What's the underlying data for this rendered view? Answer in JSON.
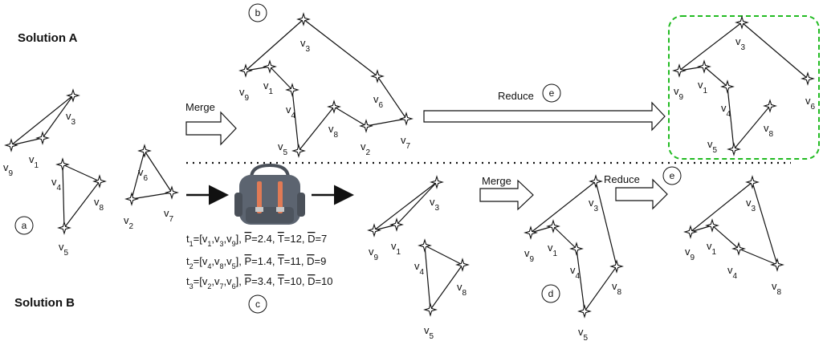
{
  "headings": {
    "solution_a": "Solution A",
    "solution_b": "Solution B"
  },
  "step_labels": {
    "a": "a",
    "b": "b",
    "c": "c",
    "d": "d",
    "e": "e"
  },
  "actions": {
    "merge": "Merge",
    "reduce": "Reduce"
  },
  "vertices": {
    "v1": "v1",
    "v2": "v2",
    "v3": "v3",
    "v4": "v4",
    "v5": "v5",
    "v6": "v6",
    "v7": "v7",
    "v8": "v8",
    "v9": "v9"
  },
  "trips": [
    {
      "prefix": "t",
      "idx": "1",
      "route": "=[v",
      "seq": [
        [
          "1",
          ",v"
        ],
        [
          "3",
          ",v"
        ],
        [
          "9",
          "], "
        ]
      ],
      "p": "P",
      "pval": "=2.4, ",
      "t": "T",
      "tval": "=12, ",
      "d": "D",
      "dval": "=7"
    },
    {
      "prefix": "t",
      "idx": "2",
      "route": "=[v",
      "seq": [
        [
          "4",
          ",v"
        ],
        [
          "8",
          ",v"
        ],
        [
          "5",
          "], "
        ]
      ],
      "p": "P",
      "pval": "=1.4, ",
      "t": "T",
      "tval": "=11, ",
      "d": "D",
      "dval": "=9"
    },
    {
      "prefix": "t",
      "idx": "3",
      "route": "=[v",
      "seq": [
        [
          "2",
          ",v"
        ],
        [
          "7",
          ",v"
        ],
        [
          "6",
          "], "
        ]
      ],
      "p": "P",
      "pval": "=3.4, ",
      "t": "T",
      "tval": "=10, ",
      "d": "D",
      "dval": "=10"
    }
  ],
  "colors": {
    "highlight": "#22bb22",
    "bag_body": "#5c6470",
    "bag_strap": "#e07a55"
  },
  "icons": {
    "knapsack": "backpack-icon"
  }
}
